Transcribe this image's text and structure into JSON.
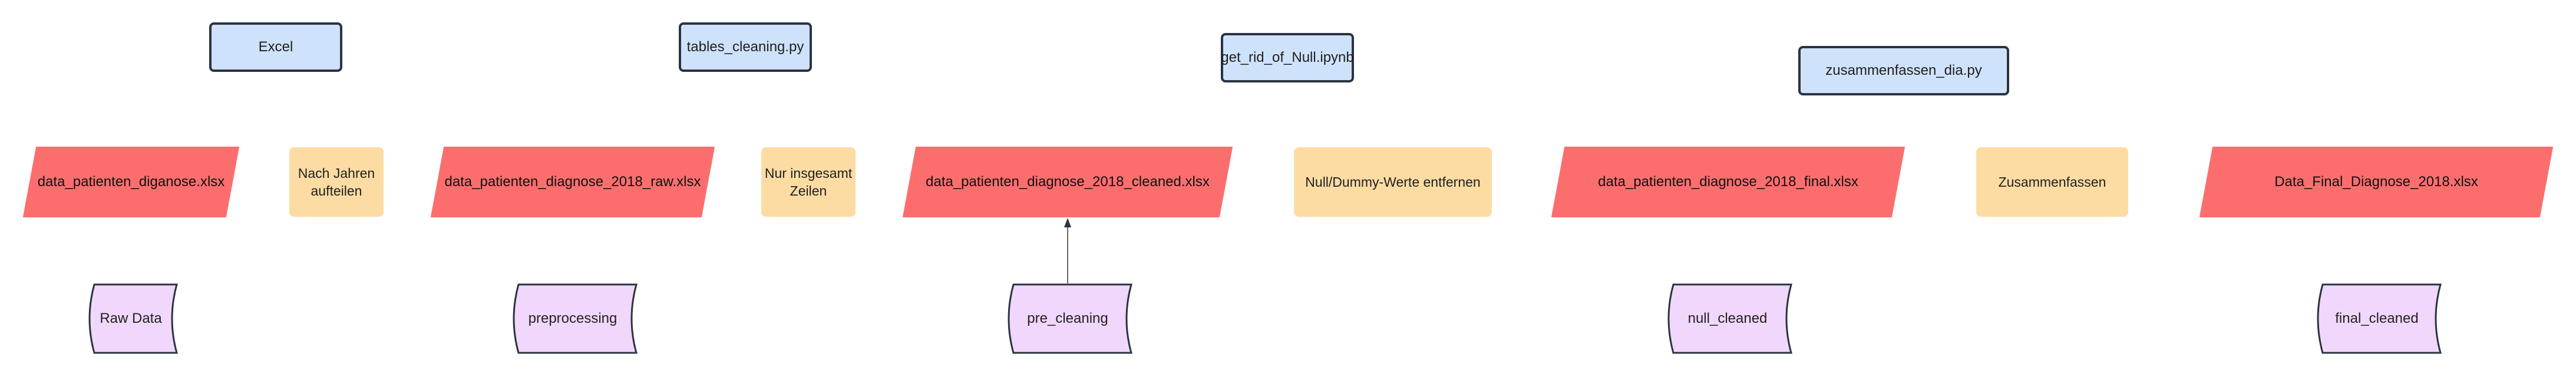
{
  "tools": {
    "excel": "Excel",
    "tables_cleaning": "tables_cleaning.py",
    "get_rid_of_null": "get_rid_of_Null.ipynb",
    "zusammenfassen_dia": "zusammenfassen_dia.py"
  },
  "files": {
    "f1": "data_patienten_diganose.xlsx",
    "f2": "data_patienten_diagnose_2018_raw.xlsx",
    "f3": "data_patienten_diagnose_2018_cleaned.xlsx",
    "f4": "data_patienten_diagnose_2018_final.xlsx",
    "f5": "Data_Final_Diagnose_2018.xlsx"
  },
  "steps": {
    "s1_line1": "Nach Jahren",
    "s1_line2": "aufteilen",
    "s2_line1": "Nur insgesamt",
    "s2_line2": "Zeilen",
    "s3": "Null/Dummy-Werte entfernen",
    "s4": "Zusammenfassen"
  },
  "stores": {
    "raw": "Raw Data",
    "preprocessing": "preprocessing",
    "pre_cleaning": "pre_cleaning",
    "null_cleaned": "null_cleaned",
    "final_cleaned": "final_cleaned"
  },
  "colors": {
    "tool_fill": "#cfe2fb",
    "file_fill": "#fc6e6e",
    "step_fill": "#fddca3",
    "store_fill": "#f0d7fb",
    "stroke": "#2b3340"
  }
}
